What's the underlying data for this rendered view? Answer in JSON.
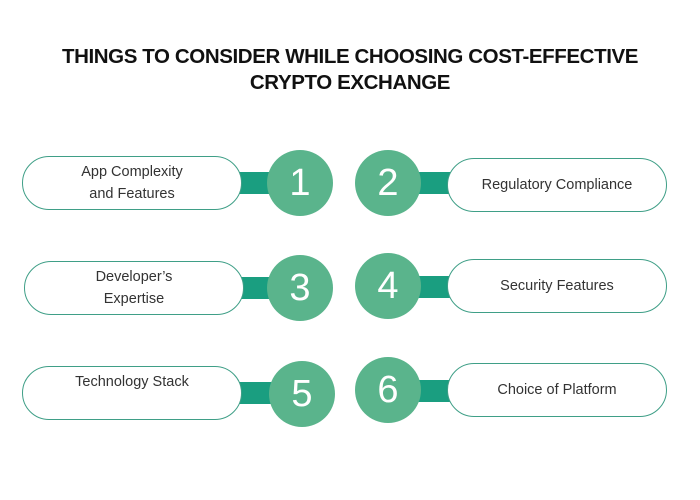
{
  "title": {
    "line1": "THINGS TO CONSIDER WHILE CHOOSING COST-EFFECTIVE",
    "line2": "CRYPTO EXCHANGE"
  },
  "colors": {
    "circle": "#5ab48c",
    "connector": "#1a9e80",
    "pill_border": "#3f9f87",
    "title_text": "#111111"
  },
  "items": [
    {
      "number": "1",
      "line1": "App Complexity",
      "line2": "and Features",
      "side": "left"
    },
    {
      "number": "2",
      "line1": "Regulatory Compliance",
      "line2": "",
      "side": "right"
    },
    {
      "number": "3",
      "line1": "Developer’s",
      "line2": "Expertise",
      "side": "left"
    },
    {
      "number": "4",
      "line1": "Security Features",
      "line2": "",
      "side": "right"
    },
    {
      "number": "5",
      "line1": "Technology Stack",
      "line2": "",
      "side": "left"
    },
    {
      "number": "6",
      "line1": "Choice of Platform",
      "line2": "",
      "side": "right"
    }
  ]
}
